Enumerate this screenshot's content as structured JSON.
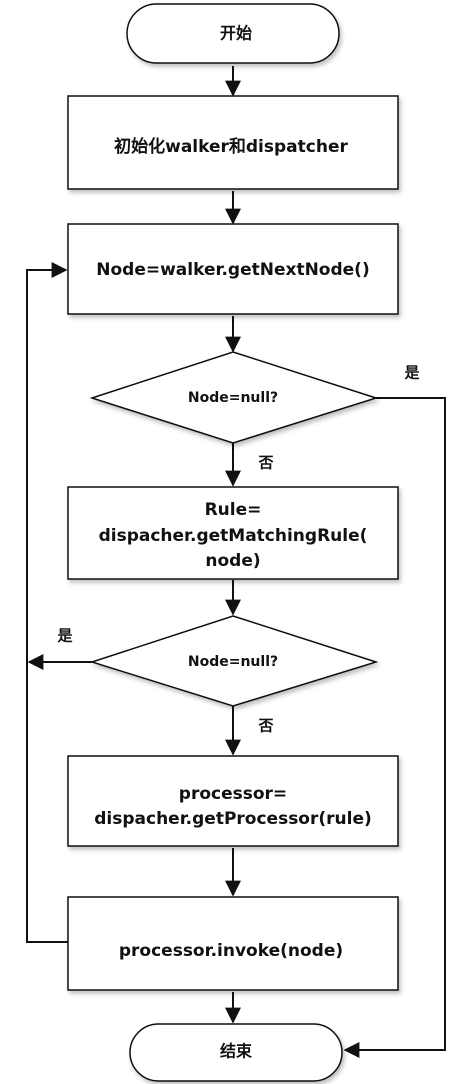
{
  "diagram": {
    "nodes": {
      "start": "开始",
      "init": "初始化walker和dispatcher",
      "next_node": "Node=walker.getNextNode()",
      "decision1": "Node=null?",
      "rule_line1": "Rule=",
      "rule_line2": "dispacher.getMatchingRule(",
      "rule_line3": "node)",
      "decision2": "Node=null?",
      "proc_line1": "processor=",
      "proc_line2": "dispacher.getProcessor(rule)",
      "invoke": "processor.invoke(node)",
      "end": "结束"
    },
    "edges": {
      "d1_yes": "是",
      "d1_no": "否",
      "d2_yes": "是",
      "d2_no": "否"
    }
  }
}
